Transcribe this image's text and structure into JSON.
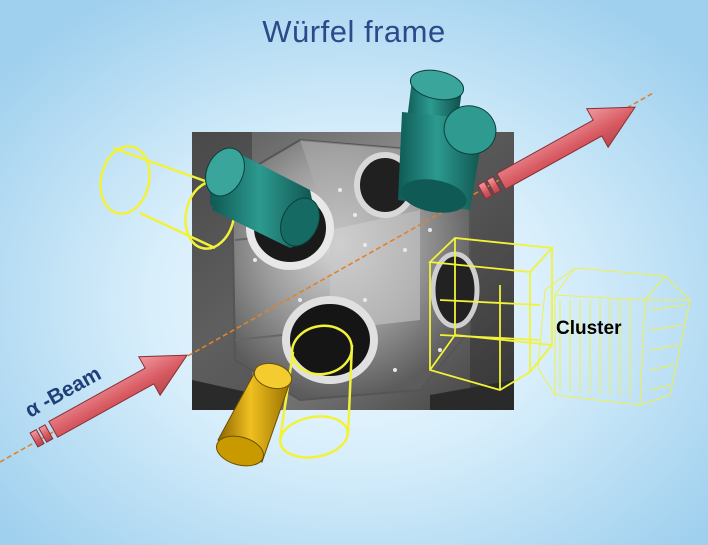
{
  "title": "Würfel frame",
  "labels": {
    "beam": "α -Beam",
    "cluster": "Cluster"
  },
  "colors": {
    "background_center": "#eef8fd",
    "background_edge": "#9fd0ee",
    "arrow_fill": "#e06a70",
    "outline_yellow": "#f2f23a",
    "teal_detector": "#1f7f78",
    "gold_detector": "#d9a400",
    "beam_line": "#e0822a",
    "title_color": "#2a4a8a"
  },
  "icons": {
    "frame_photo": "wurfel-frame-photo",
    "beam_arrow": "beam-arrow",
    "detector": "cylinder-detector"
  }
}
